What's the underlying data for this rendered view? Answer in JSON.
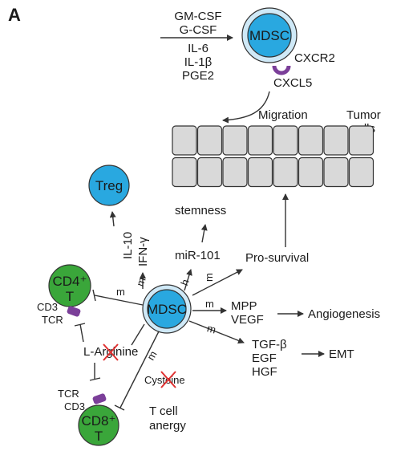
{
  "panel_label": "A",
  "cytokines": [
    "GM-CSF",
    "G-CSF",
    "IL-6",
    "IL-1β",
    "PGE2"
  ],
  "mdsc_label": "MDSC",
  "cxcr2_label": "CXCR2",
  "cxcl5_label": "CXCL5",
  "migration_label": "Migration",
  "tumor_label_line1": "Tumor",
  "tumor_label_line2": "cells",
  "treg_label": "Treg",
  "il10_label": "IL-10",
  "ifn_label": "IFN-γ",
  "stemness_label": "stemness",
  "mir101_label": "miR-101",
  "prosurvival_label": "Pro-survival",
  "cd4_label": "CD4⁺",
  "cd4_t_label": "T",
  "cd3_top": "CD3",
  "tcr_top": "TCR",
  "larginine_label": "L-Arginine",
  "cysteine_label": "Cysteine",
  "tcr_bottom": "TCR",
  "cd3_bottom": "CD3",
  "cd8_label": "CD8⁺",
  "cd8_t_label": "T",
  "anergy_line1": "T cell",
  "anergy_line2": "anergy",
  "mpp_label": "MPP",
  "vegf_label": "VEGF",
  "angiogenesis_label": "Angiogenesis",
  "tgfb_label": "TGF-β",
  "egf_label": "EGF",
  "hgf_label": "HGF",
  "emt_label": "EMT",
  "m_label": "m",
  "h_label": "h",
  "colors": {
    "mdsc_fill": "#29a8e0",
    "cd_fill": "#3aa63a",
    "receptor": "#7b3f99",
    "cross": "#e03030"
  }
}
